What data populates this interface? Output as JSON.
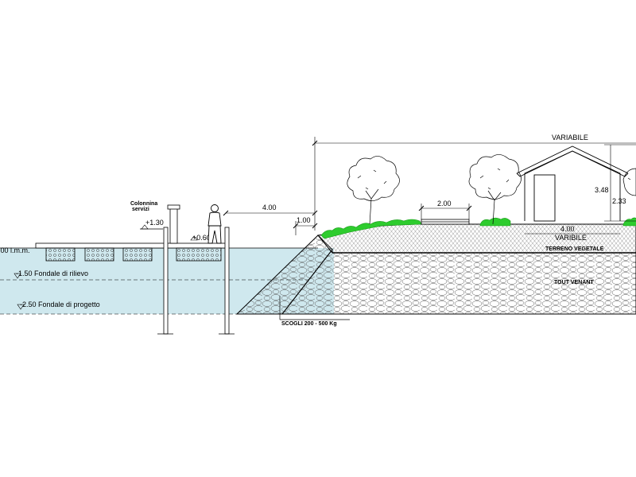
{
  "labels": {
    "lmm": ".00 l.m.m.",
    "fondale_rilievo": "-1.50 Fondale di rilievo",
    "fondale_progetto": "-2.50 Fondale di progetto",
    "colonnina": "Colonnina",
    "servizi": "servizi",
    "elev_130": "+1.30",
    "elev_060": "+0.60",
    "scogli": "SCOGLI 200 - 500 Kg",
    "terreno": "TERRENO VEGETALE",
    "tout_venant": "TOUT VENANT"
  },
  "dimensions": {
    "variabile": "VARIABILE",
    "d400_left": "4.00",
    "d100": "1.00",
    "d200": "2.00",
    "d348": "3.48",
    "d233": "2.33",
    "d400_right": "4.00",
    "varibile": "VARIBILE"
  },
  "colors": {
    "water": "#cfe8ee",
    "grass": "#2ecc2e",
    "tree": "#000000"
  }
}
